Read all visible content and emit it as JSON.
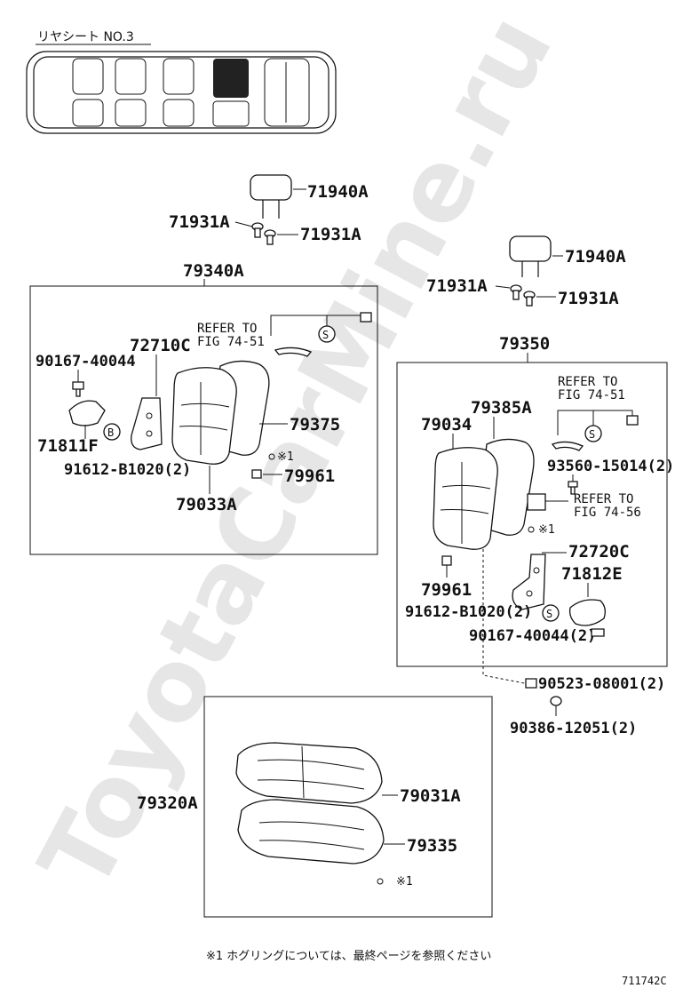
{
  "header": {
    "title": "リヤシート NO.3"
  },
  "watermark": "ToyotaCarMine.ru",
  "labels": {
    "headrest_left": "71940A",
    "support_left_a": "71931A",
    "support_left_b": "71931A",
    "headrest_right": "71940A",
    "support_right_a": "71931A",
    "support_right_b": "71931A",
    "assy_left": "79340A",
    "assy_right": "79350",
    "refer_left_1": "REFER TO",
    "refer_left_2": "FIG 74-51",
    "refer_right_1": "REFER TO",
    "refer_right_2": "FIG 74-51",
    "refer_right_3": "REFER TO",
    "refer_right_4": "FIG 74-56",
    "hinge_left": "72710C",
    "bolt_left": "90167-40044",
    "cover_left": "71811F",
    "nut_left": "91612-B1020(2)",
    "back_cover_left": "79375",
    "clip_left": "79961",
    "back_pad_left": "79033A",
    "mark_left": "※1",
    "back_pad_right": "79034",
    "back_cover_right": "79385A",
    "screw_right": "93560-15014(2)",
    "mark_right": "※1",
    "hinge_right": "72720C",
    "cover_right": "71812E",
    "clip_right": "79961",
    "nut_right": "91612-B1020(2)",
    "bolt_right": "90167-40044(2)",
    "washer": "90523-08001(2)",
    "cap": "90386-12051(2)",
    "cushion_assy": "79320A",
    "cushion_pad": "79031A",
    "cushion_cover": "79335",
    "mark_cushion": "※1",
    "circle_b": "B",
    "circle_s": "S"
  },
  "footnote": "※1 ホグリングについては、最終ページを参照ください",
  "figure_code": "711742C"
}
